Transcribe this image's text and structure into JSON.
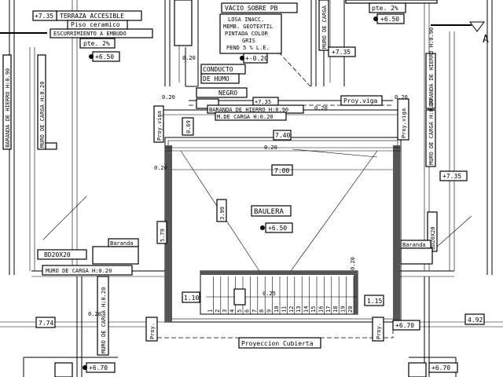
{
  "labels": {
    "terraza": "TERRAZA ACCESIBLE",
    "piso": "Piso ceramico",
    "escurrimiento": "ESCURRIMIENTO A EMBUDO",
    "pte_left": "pte. 2%",
    "lev_735_tl": "+7.35",
    "lev_650_tl": "+6.50",
    "vacio": "VACIO SOBRE PB",
    "losa1": "LOSA INACC.",
    "losa2": "MEMB. GEOTEXTIL",
    "losa3": "PINTADA COLOR",
    "losa4": "GRIS",
    "losa5": "PEND 5 % L.E.",
    "lev_020": "+-0.20",
    "conducto1": "CONDUCTO",
    "conducto2": "DE HUMO",
    "negro": "NEGRO",
    "baranda_top": "BARANDA DE HIERRO H:0.90",
    "muro_top": "M.DE CARGA H:0.20",
    "lev_735_mid": "+7.35",
    "proy_viga_r": "Proy.viga",
    "proy_viga_l": "Proy.viga",
    "pte_right": "pte. 2%",
    "lev_650_tr": "+6.50",
    "lev_735_tr": "+7.35",
    "muro_tr": "MURO DE CARGA",
    "baranda_left": "BARANDA DE HIERRO H:0.90",
    "muro_left": "MURO DE CARGA H:0.20",
    "baranda_right": "BARANDA DE HIERRO H:0.90",
    "muro_right": "MURO DE CARGA H:0.20",
    "lev_735_r": "+7.35",
    "bd_right": "BD20X20",
    "bd_left": "BD20X20",
    "baranda_sm_l": "Baranda",
    "baranda_sm_r": "Baranda",
    "muro_bottom": "MURO DE CARGA H:0.20",
    "muro_bl": "MURO DE CARGA H:0.20",
    "lev_670_bl": "+6.70",
    "lev_670_br": "+6.70",
    "lev_670_r": "+6.70",
    "proy_l": "Proy.",
    "proy_r": "Proy.",
    "baulera": "BAULERA",
    "lev_650_c": "+6.50",
    "proyeccion": "Proyeccion Cubierta",
    "dim_740": "7.40",
    "dim_700": "7.00",
    "dim_399": "3.99",
    "dim_579": "5.79",
    "dim_110": "1.10",
    "dim_115": "1.15",
    "dim_025": "0.25",
    "dim_774": "7.74",
    "dim_492": "4.92",
    "dim_020a": "0.20",
    "dim_020b": "0.20",
    "dim_020c": "0.20",
    "dim_020d": "0.20",
    "dim_020e": "0.20",
    "dim_020f": "0.20",
    "dim_020g": "0.20",
    "dim_020h": "0.20",
    "dim_069": "0.69",
    "section_mark": "A",
    "stair_nums": [
      "1",
      "2",
      "3",
      "4",
      "5",
      "6",
      "7",
      "8",
      "9",
      "10",
      "11",
      "12",
      "13",
      "14",
      "15",
      "16",
      "17",
      "18",
      "19",
      "20"
    ]
  }
}
